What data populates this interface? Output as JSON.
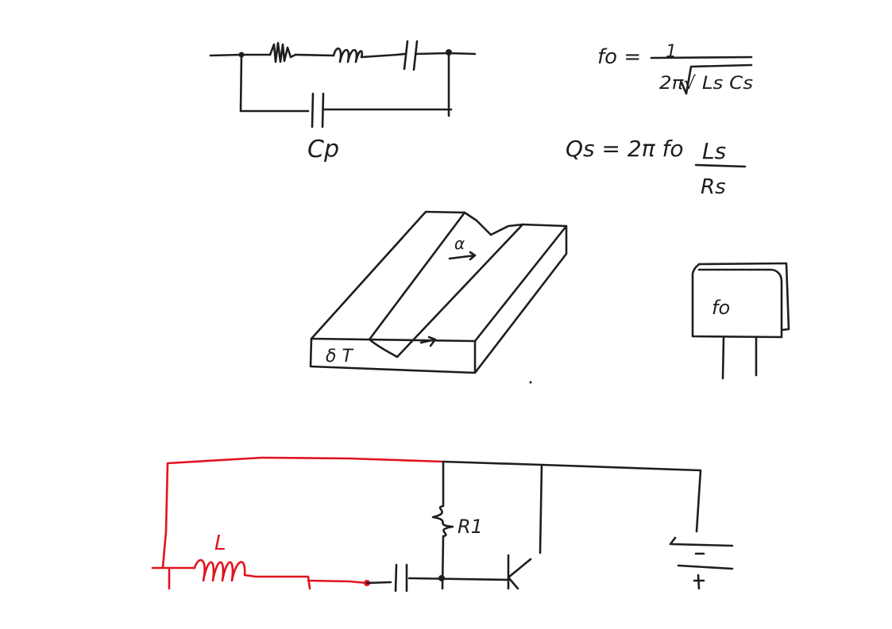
{
  "series_circuit": {
    "parallel_capacitor_label": "Cp"
  },
  "formulas": {
    "frequency_lhs": "fo =",
    "frequency_numerator": "1",
    "frequency_denominator": "2π√ Ls Cs",
    "q_lhs": "Qs = 2π fo",
    "q_numerator": "Ls",
    "q_denominator": "Rs"
  },
  "crystal_slab": {
    "angle_label": "α",
    "face_label": "δ T"
  },
  "crystal_package": {
    "label": "fo"
  },
  "oscillator_circuit": {
    "inductor_label": "L",
    "resistor_label": "R1",
    "highlight_color": "#e0141e"
  }
}
